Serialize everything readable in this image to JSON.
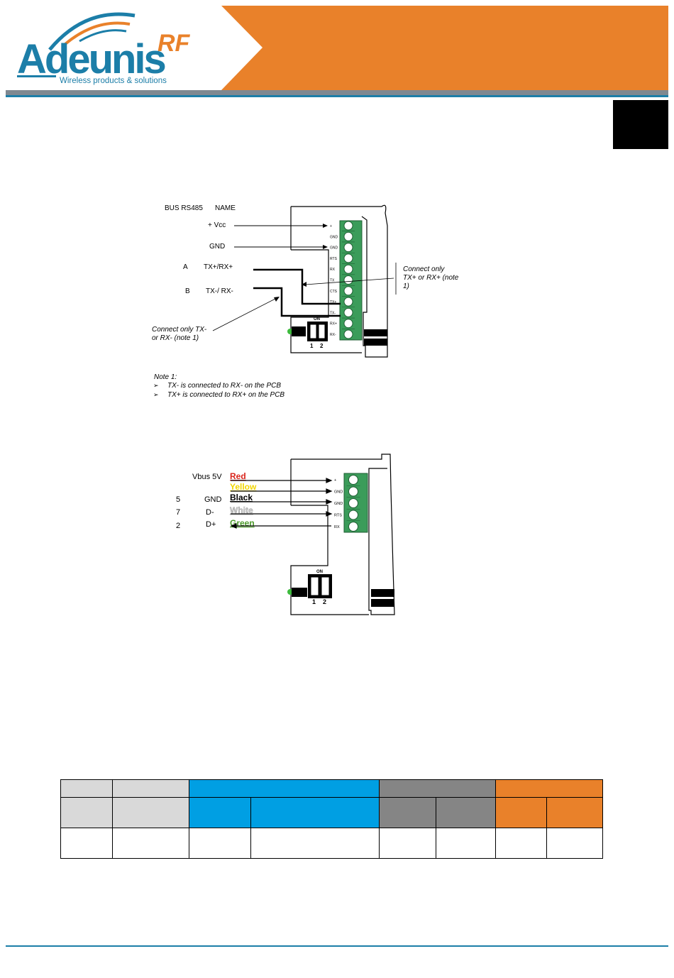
{
  "header": {
    "brand_name": "Adeunis",
    "brand_suffix": "RF",
    "tagline": "Wireless products & solutions",
    "colors": {
      "orange": "#e9812a",
      "blue": "#1c7ea8",
      "grey": "#7f8890"
    }
  },
  "diagram1": {
    "title_bus": "BUS RS485",
    "title_name": "NAME",
    "vcc": "+ Vcc",
    "gnd": "GND",
    "a": "A",
    "a_sig": "TX+/RX+",
    "b": "B",
    "b_sig": "TX-/ RX-",
    "note_right": [
      "Connect only",
      "TX+ or RX+ (note",
      "1)"
    ],
    "note_left": [
      "Connect only TX-",
      "or RX- (note 1)"
    ],
    "pins": [
      "+",
      "GND",
      "GND",
      "RTS",
      "RX",
      "TX",
      "CTS",
      "TX+",
      "TX-",
      "RX+",
      "RX-"
    ],
    "switch_on": "ON",
    "switch_1": "1",
    "switch_2": "2",
    "note_title": "Note 1:",
    "note_items": [
      "TX- is connected to RX- on the PCB",
      "TX+ is connected to RX+ on the PCB"
    ],
    "bullet": "➢"
  },
  "diagram2": {
    "vbus": "Vbus 5V",
    "row_gnd_num": "5",
    "row_gnd": "GND",
    "row_dm_num": "7",
    "row_dm": "D-",
    "row_dp_num": "2",
    "row_dp": "D+",
    "colors_text": [
      "Red",
      "Yellow",
      "Black",
      "White",
      "Green"
    ],
    "wire_colors": {
      "red": "#d9251c",
      "yellow": "#f2d600",
      "black": "#000000",
      "white": "#bfbfbf",
      "green": "#4b9a2a"
    },
    "pins": [
      "+",
      "GND",
      "GND",
      "RTS",
      "RX"
    ],
    "switch_on": "ON",
    "switch_1": "1",
    "switch_2": "2"
  },
  "table": {
    "row3": [
      "",
      "",
      "",
      "",
      "",
      "",
      "",
      ""
    ]
  }
}
